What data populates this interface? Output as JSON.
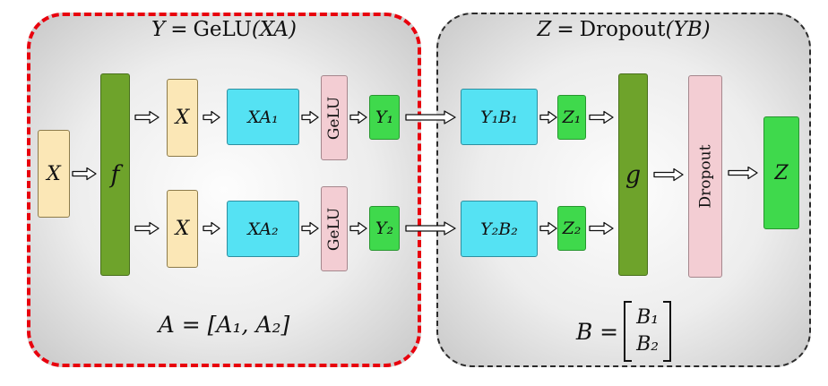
{
  "diagram": {
    "left_panel": {
      "title": {
        "lhs": "Y",
        "eq": "=",
        "fn": "GeLU",
        "args": "(XA)"
      },
      "input_label": "X",
      "f_label": "f",
      "rows": [
        {
          "x": "X",
          "xa": "XA₁",
          "act": "GeLU",
          "y": "Y₁"
        },
        {
          "x": "X",
          "xa": "XA₂",
          "act": "GeLU",
          "y": "Y₂"
        }
      ],
      "formula": "A = [A₁, A₂]"
    },
    "right_panel": {
      "title": {
        "lhs": "Z",
        "eq": "=",
        "fn": "Dropout",
        "args": "(YB)"
      },
      "rows": [
        {
          "yb": "Y₁B₁",
          "z": "Z₁"
        },
        {
          "yb": "Y₂B₂",
          "z": "Z₂"
        }
      ],
      "g_label": "g",
      "dropout_label": "Dropout",
      "output_label": "Z",
      "formula": {
        "lhs": "B =",
        "rows": [
          "B₁",
          "B₂"
        ]
      }
    },
    "colors": {
      "box_yellow": "#FBE7B6",
      "box_olive": "#6EA32B",
      "box_cyan": "#55E2F3",
      "box_pink": "#F3CDD3",
      "box_green": "#3FD94C",
      "left_panel_border": "#E8000D",
      "right_panel_border": "#2B2B2B"
    }
  }
}
